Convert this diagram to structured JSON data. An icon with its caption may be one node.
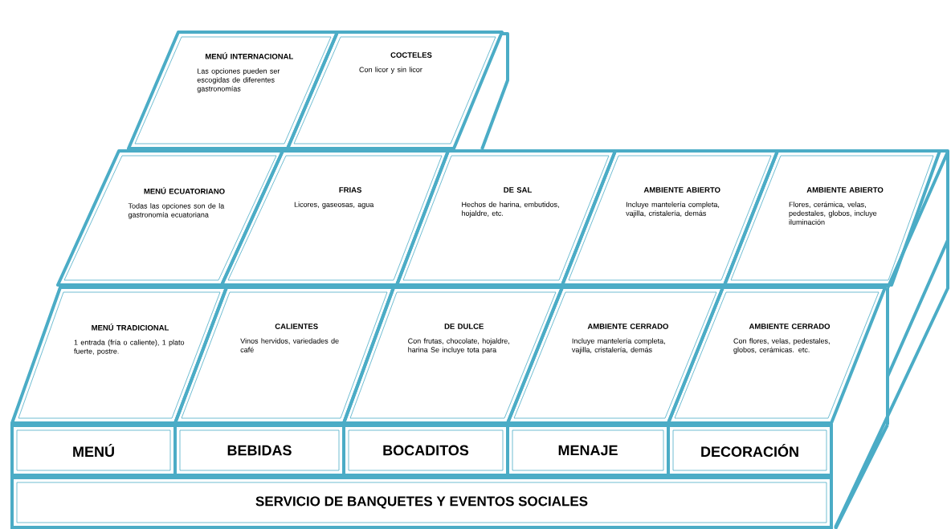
{
  "diagram": {
    "nodes": [
      {
        "text": [
          "MENÚ INTERNACIONAL",
          "Las opciones pueden ser escogidas de diferentes gastronomías"
        ]
      },
      {
        "text": [
          "COCTELES",
          "Con licor y sin licor"
        ]
      },
      {
        "text": [
          "MENÚ ECUATORIANO",
          "Todas las opciones son de la gastronomía ecuatoriana"
        ]
      },
      {
        "text": [
          "FRIAS",
          "Licores, gaseosas, agua"
        ]
      },
      {
        "text": [
          "DE SAL",
          "Hechos de harina, embutidos, hojaldre, etc."
        ]
      },
      {
        "text": [
          "AMBIENTE ABIERTO",
          "Incluye mantelería completa, vajilla, cristalería, demás"
        ]
      },
      {
        "text": [
          "AMBIENTE ABIERTO",
          "Flores, cerámica, velas, pedestales, globos, incluye iluminación"
        ]
      },
      {
        "text": [
          "MENÚ TRADICIONAL",
          "1 entrada (fría o caliente), 1 plato fuerte, postre."
        ]
      },
      {
        "text": [
          "CALIENTES",
          "Vinos hervidos, variedades de café"
        ]
      },
      {
        "text": [
          "DE DULCE",
          "Con frutas, chocolate, hojaldre, harina Se incluye tota para"
        ]
      },
      {
        "text": [
          "AMBIENTE CERRADO",
          "Incluye mantelería completa, vajilla, cristalería, demás"
        ]
      },
      {
        "text": [
          "AMBIENTE CERRADO",
          "Con flores, velas, pedestales, globos, cerámicas. etc."
        ]
      },
      {
        "text": [
          "MENÚ"
        ]
      },
      {
        "text": [
          "BEBIDAS"
        ]
      },
      {
        "text": [
          "BOCADITOS"
        ]
      },
      {
        "text": [
          "MENAJE"
        ]
      },
      {
        "text": [
          "DECORACIÓN"
        ]
      },
      {
        "text": [
          "SERVICIO DE BANQUETES Y EVENTOS SOCIALES"
        ]
      }
    ]
  }
}
